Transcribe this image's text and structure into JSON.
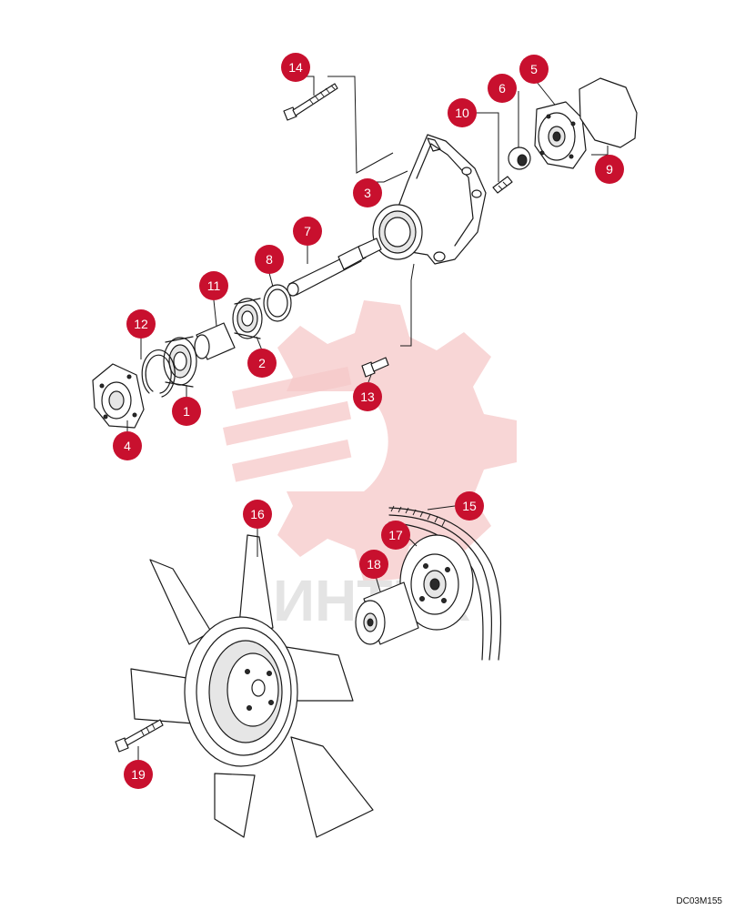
{
  "diagram": {
    "reference_code": "DC03M155",
    "watermark_text": "ИНТЕХ",
    "callout_color": "#c8102e",
    "callouts": [
      {
        "label": "1"
      },
      {
        "label": "2"
      },
      {
        "label": "3"
      },
      {
        "label": "4"
      },
      {
        "label": "5"
      },
      {
        "label": "6"
      },
      {
        "label": "7"
      },
      {
        "label": "8"
      },
      {
        "label": "9"
      },
      {
        "label": "10"
      },
      {
        "label": "11"
      },
      {
        "label": "12"
      },
      {
        "label": "13"
      },
      {
        "label": "14"
      },
      {
        "label": "15"
      },
      {
        "label": "16"
      },
      {
        "label": "17"
      },
      {
        "label": "18"
      },
      {
        "label": "19"
      }
    ]
  }
}
